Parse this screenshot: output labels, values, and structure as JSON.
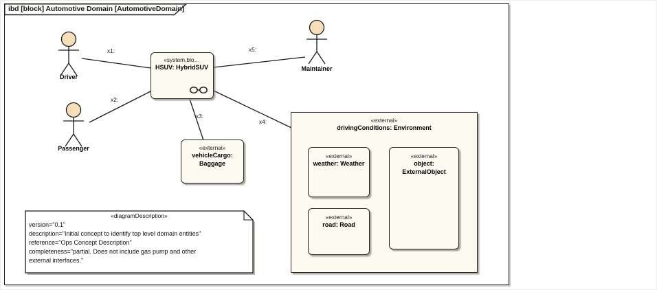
{
  "frame": {
    "title": "ibd [block] Automotive Domain [AutomotiveDomain]"
  },
  "actors": {
    "driver": {
      "label": "Driver"
    },
    "passenger": {
      "label": "Passenger"
    },
    "maintainer": {
      "label": "Maintainer"
    }
  },
  "blocks": {
    "hsuv": {
      "stereotype": "«system,blo…",
      "name": "HSUV: HybridSUV"
    },
    "vehicle_cargo": {
      "stereotype": "«external»",
      "name": "vehicleCargo: Baggage"
    },
    "driving_conditions": {
      "stereotype": "«external»",
      "name": "drivingConditions: Environment"
    },
    "weather": {
      "stereotype": "«external»",
      "name": "weather: Weather"
    },
    "object": {
      "stereotype": "«external»",
      "name": "object: ExternalObject"
    },
    "road": {
      "stereotype": "«external»",
      "name": "road: Road"
    }
  },
  "connectors": {
    "x1": "x1:",
    "x2": "x2:",
    "x3": "x3:",
    "x4": "x4:",
    "x5": "x5:"
  },
  "note": {
    "stereotype": "«diagramDescription»",
    "lines": [
      "version=\"0.1\"",
      "description=\"Initial concept to identify top level domain entities\"",
      "reference=\"Ops Concept Description\"",
      "completeness=\"partial. Does not include gas pump and other",
      "external interfaces.\""
    ]
  },
  "colors": {
    "block_fill": "#FDFAF2",
    "actor_head": "#F7DEBA",
    "line": "#1A1A1A",
    "shadow": "#B9B7B0"
  }
}
